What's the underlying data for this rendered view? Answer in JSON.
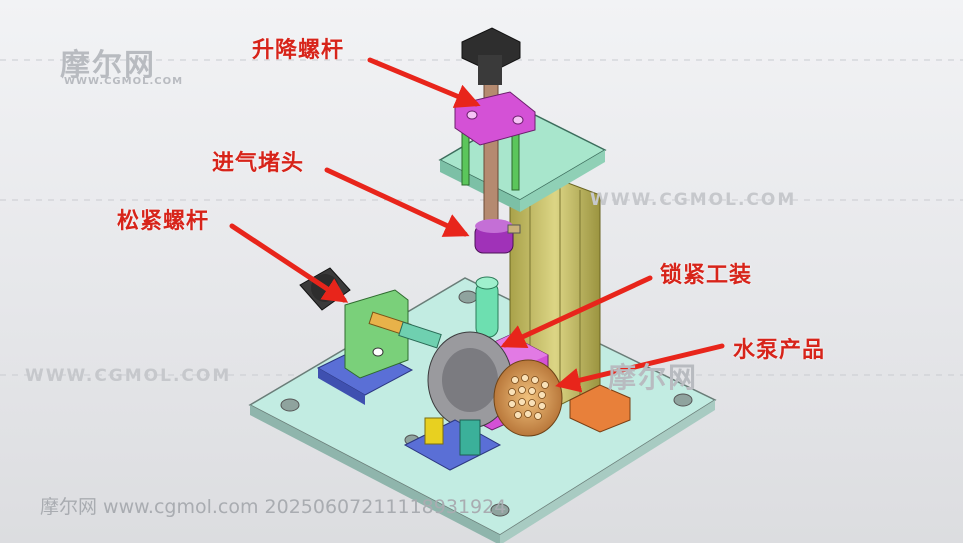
{
  "labels": {
    "lift_screw": "升降螺杆",
    "air_plug": "进气堵头",
    "clamp_screw": "松紧螺杆",
    "lock_fixture": "锁紧工装",
    "water_pump": "水泵产品"
  },
  "watermark": {
    "logo": "摩尔网",
    "logo_url": "WWW.CGMOL.COM",
    "url_mid": "WWW.CGMOL.COM",
    "url_left": "WWW.CGMOL.COM",
    "footer": "摩尔网 www.cgmol.com 20250607211118931924"
  },
  "colors": {
    "label": "#d7241a",
    "arrow": "#e8251b",
    "base_plate": "#c2ece2",
    "magenta_part": "#d451d6",
    "rail": "#c9c46a",
    "pump_body": "#9a9a9e",
    "pump_face": "#d49a55"
  }
}
